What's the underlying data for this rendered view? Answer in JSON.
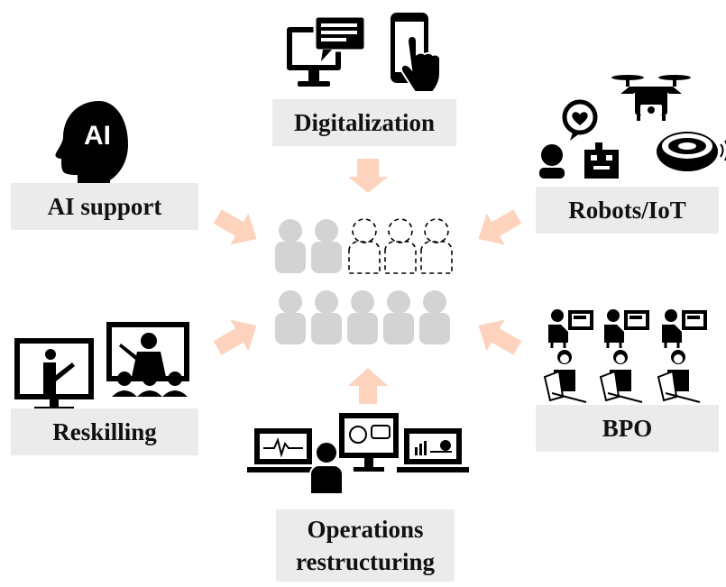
{
  "labels": {
    "digitalization": "Digitalization",
    "ai_support": "AI support",
    "robots_iot": "Robots/IoT",
    "reskilling": "Reskilling",
    "bpo": "BPO",
    "operations_line1": "Operations",
    "operations_line2": "restructuring"
  },
  "icons": [
    "monitor-chat-icon",
    "smartphone-touch-icon",
    "ai-head-icon",
    "drone-icon",
    "chat-bubble-heart-icon",
    "person-robot-icon",
    "robot-vacuum-icon",
    "teacher-board-icon",
    "presentation-audience-icon",
    "operator-desk-icon",
    "worker-clipboard-icon",
    "laptop-pulse-icon",
    "video-chat-monitor-icon",
    "laptop-chart-icon",
    "person-icon"
  ],
  "colors": {
    "arrow": "#fdd3bd",
    "people": "#d3d3d3",
    "label_bg": "#ebebeb",
    "icon": "#000000"
  }
}
